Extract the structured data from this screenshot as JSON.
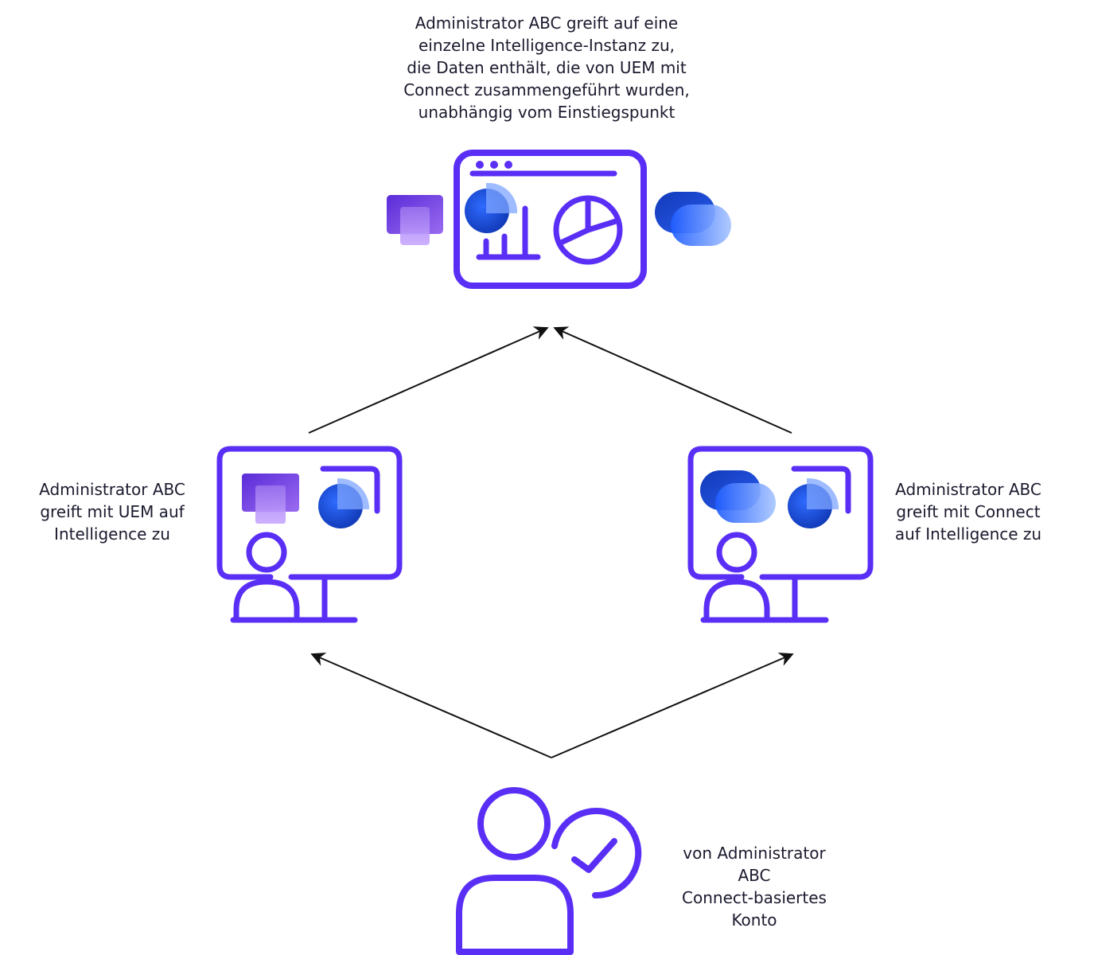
{
  "labels": {
    "top": [
      "Administrator ABC greift auf eine",
      "einzelne Intelligence-Instanz zu,",
      "die Daten enthält, die von UEM mit",
      "Connect zusammengeführt wurden,",
      "unabhängig vom Einstiegspunkt"
    ],
    "left": [
      "Administrator ABC",
      "greift mit UEM auf",
      "Intelligence zu"
    ],
    "right": [
      "Administrator ABC",
      "greift mit Connect",
      "auf Intelligence zu"
    ],
    "bottom": [
      "von Administrator",
      "ABC",
      "Connect-basiertes",
      "Konto"
    ]
  },
  "nodes": [
    {
      "id": "intelligence-dashboard",
      "icon": "dashboard-icon"
    },
    {
      "id": "uem-workstation",
      "icon": "monitor-user-icon"
    },
    {
      "id": "connect-workstation",
      "icon": "monitor-user-icon"
    },
    {
      "id": "admin-account",
      "icon": "user-check-icon"
    }
  ],
  "edges": [
    {
      "from": "admin-account",
      "to": "uem-workstation"
    },
    {
      "from": "admin-account",
      "to": "connect-workstation"
    },
    {
      "from": "uem-workstation",
      "to": "intelligence-dashboard"
    },
    {
      "from": "connect-workstation",
      "to": "intelligence-dashboard"
    }
  ],
  "colors": {
    "outline": "#5a2ff5",
    "uem_dark": "#6c3fe0",
    "uem_light": "#b48bf5",
    "connect_dark": "#1a49d6",
    "connect_light": "#8ab4ff",
    "arrow": "#111111"
  }
}
